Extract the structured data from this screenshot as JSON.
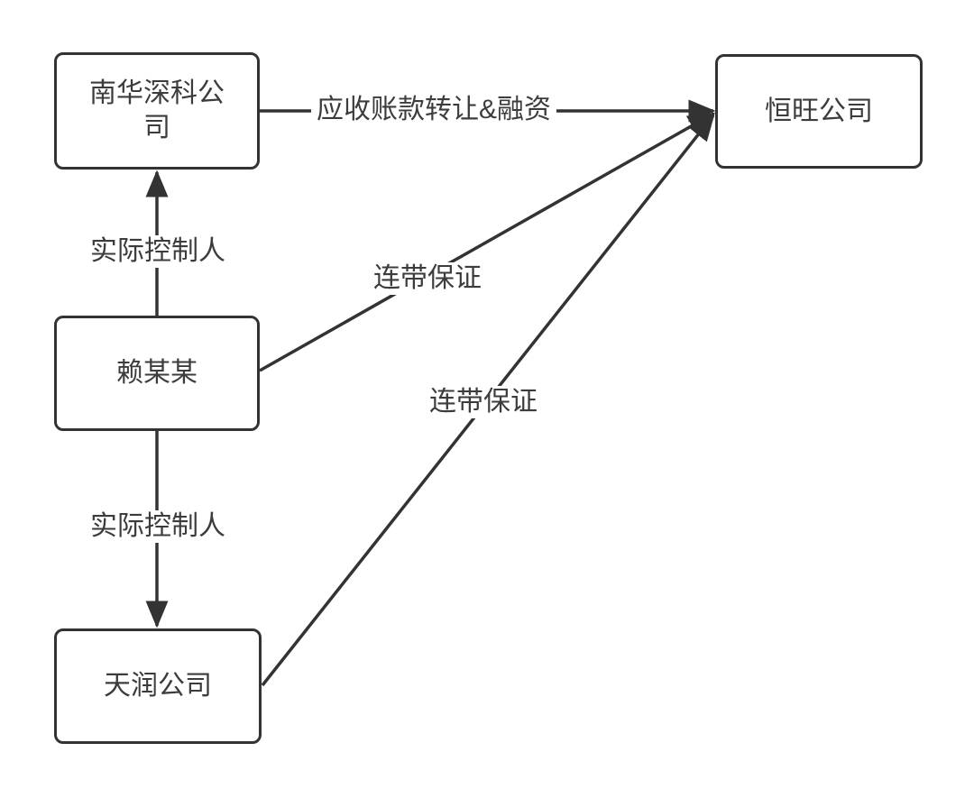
{
  "diagram": {
    "nodes": {
      "nanhua": {
        "label": "南华深科公司"
      },
      "hengwang": {
        "label": "恒旺公司"
      },
      "lai": {
        "label": "赖某某"
      },
      "tianrun": {
        "label": "天润公司"
      }
    },
    "edges": {
      "finance": {
        "label": "应收账款转让&融资",
        "from": "南华深科公司",
        "to": "恒旺公司"
      },
      "control_top": {
        "label": "实际控制人",
        "from": "赖某某",
        "to": "南华深科公司"
      },
      "control_bottom": {
        "label": "实际控制人",
        "from": "赖某某",
        "to": "天润公司"
      },
      "guarantee_lai": {
        "label": "连带保证",
        "from": "赖某某",
        "to": "恒旺公司"
      },
      "guarantee_tianrun": {
        "label": "连带保证",
        "from": "天润公司",
        "to": "恒旺公司"
      }
    },
    "colors": {
      "line": "#333333",
      "text": "#3c3c3c",
      "node_fill": "#ffffff",
      "background": "#ffffff"
    }
  }
}
